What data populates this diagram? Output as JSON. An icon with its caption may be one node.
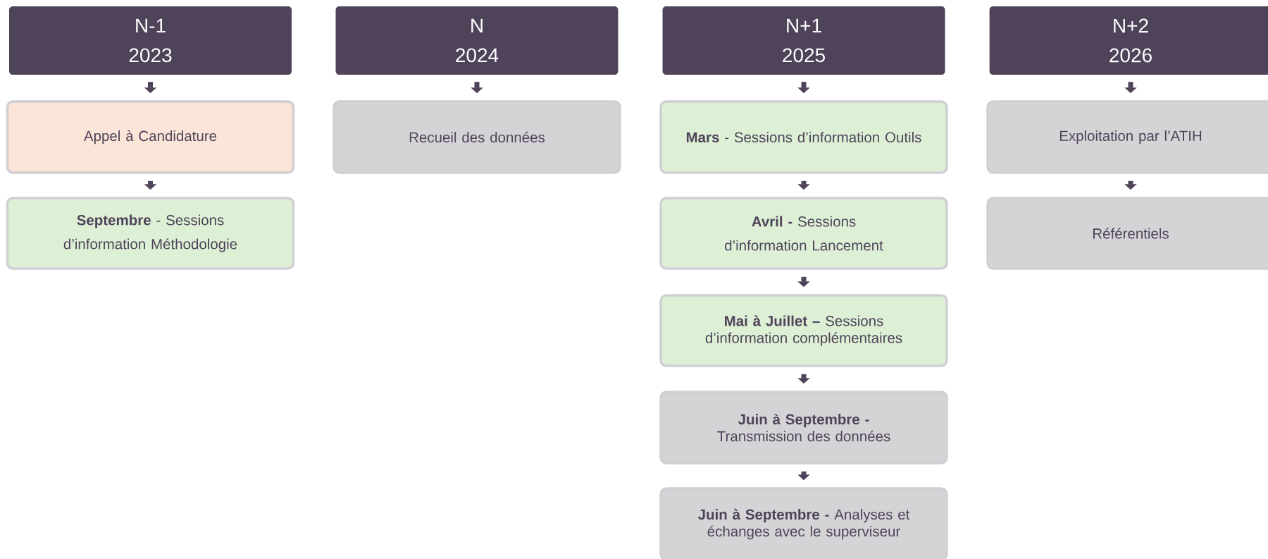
{
  "diagram": {
    "nodes": [
      {
        "text": [
          "N-1",
          "2023"
        ]
      },
      {
        "text": [
          "Appel à Candidature"
        ]
      },
      {
        "text": [
          "**Septembre** - Sessions d’information Méthodologie"
        ]
      },
      {
        "text": [
          "N",
          "2024"
        ]
      },
      {
        "text": [
          "Recueil des données"
        ]
      },
      {
        "text": [
          "N+1",
          "2025"
        ]
      },
      {
        "text": [
          "**Mars** - Sessions d’information Outils"
        ]
      },
      {
        "text": [
          "**Avril -** Sessions d’information Lancement"
        ]
      },
      {
        "text": [
          "**Mai à Juillet –** Sessions d’information complémentaires"
        ]
      },
      {
        "text": [
          "**Juin à Septembre -** Transmission des données"
        ]
      },
      {
        "text": [
          "**Juin à Septembre -** Analyses et échanges avec le superviseur"
        ]
      },
      {
        "text": [
          "N+2",
          "2026"
        ]
      },
      {
        "text": [
          "Exploitation par l’ATIH"
        ]
      },
      {
        "text": [
          "Référentiels"
        ]
      }
    ],
    "edges": [
      {
        "from": 0,
        "to": 1,
        "arrow": "to"
      },
      {
        "from": 1,
        "to": 2,
        "arrow": "to"
      },
      {
        "from": 3,
        "to": 4,
        "arrow": "to"
      },
      {
        "from": 5,
        "to": 6,
        "arrow": "to"
      },
      {
        "from": 6,
        "to": 7,
        "arrow": "to"
      },
      {
        "from": 7,
        "to": 8,
        "arrow": "to"
      },
      {
        "from": 8,
        "to": 9,
        "arrow": "to"
      },
      {
        "from": 9,
        "to": 10,
        "arrow": "to"
      },
      {
        "from": 11,
        "to": 12,
        "arrow": "to"
      },
      {
        "from": 12,
        "to": 13,
        "arrow": "to"
      }
    ]
  }
}
